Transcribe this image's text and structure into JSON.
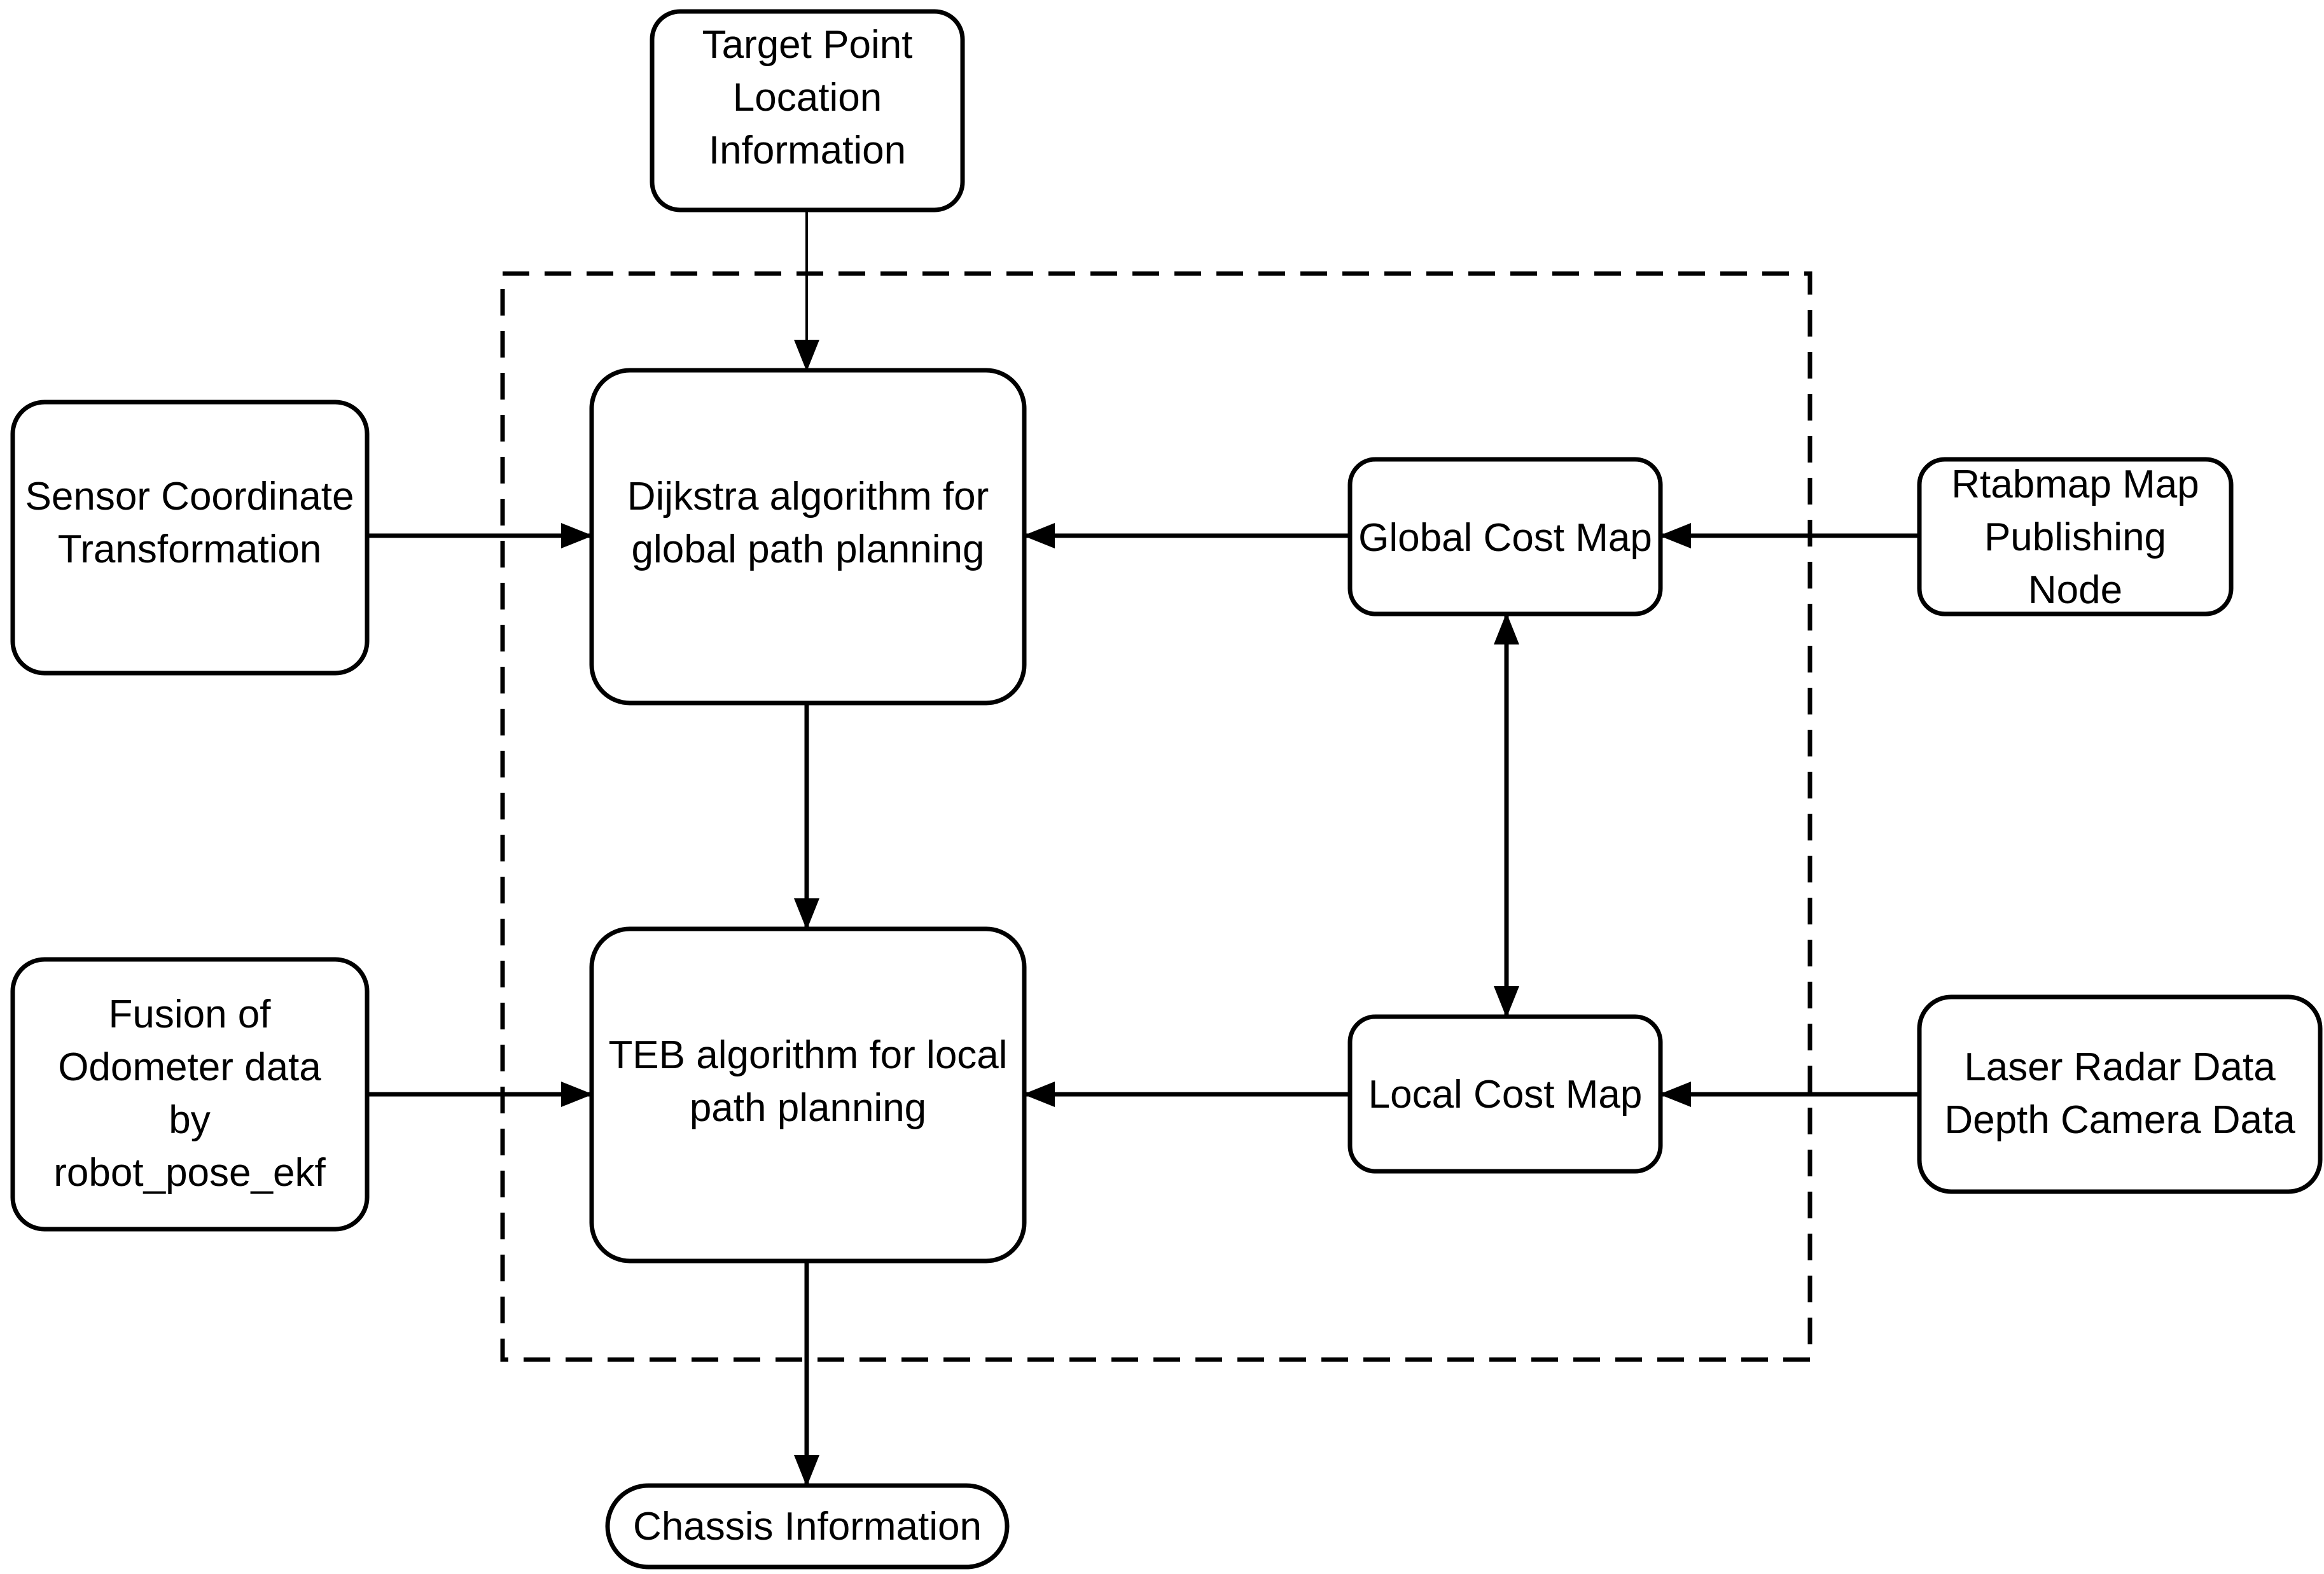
{
  "nodes": {
    "target": {
      "lines": [
        "Target Point",
        "Location",
        "Information"
      ]
    },
    "sensor": {
      "lines": [
        "Sensor Coordinate",
        "Transformation"
      ]
    },
    "dijkstra": {
      "lines": [
        "Dijkstra algorithm for",
        "global path planning"
      ]
    },
    "global_cost": {
      "lines": [
        "Global Cost Map"
      ]
    },
    "rtabmap": {
      "lines": [
        "Rtabmap Map",
        "Publishing",
        "Node"
      ]
    },
    "fusion": {
      "lines": [
        "Fusion of",
        "Odometer data",
        "by",
        "robot_pose_ekf"
      ]
    },
    "teb": {
      "lines": [
        "TEB algorithm for local",
        "path planning"
      ]
    },
    "local_cost": {
      "lines": [
        "Local Cost Map"
      ]
    },
    "laser": {
      "lines": [
        "Laser Radar Data",
        "Depth Camera Data"
      ]
    },
    "chassis": {
      "lines": [
        "Chassis Information"
      ]
    }
  },
  "edges": [
    {
      "from": "target",
      "to": "dijkstra"
    },
    {
      "from": "sensor",
      "to": "dijkstra"
    },
    {
      "from": "global_cost",
      "to": "dijkstra"
    },
    {
      "from": "rtabmap",
      "to": "global_cost"
    },
    {
      "from": "dijkstra",
      "to": "teb"
    },
    {
      "from": "global_cost",
      "to": "local_cost",
      "bidirectional": true
    },
    {
      "from": "fusion",
      "to": "teb"
    },
    {
      "from": "local_cost",
      "to": "teb"
    },
    {
      "from": "laser",
      "to": "local_cost"
    },
    {
      "from": "teb",
      "to": "chassis"
    }
  ]
}
